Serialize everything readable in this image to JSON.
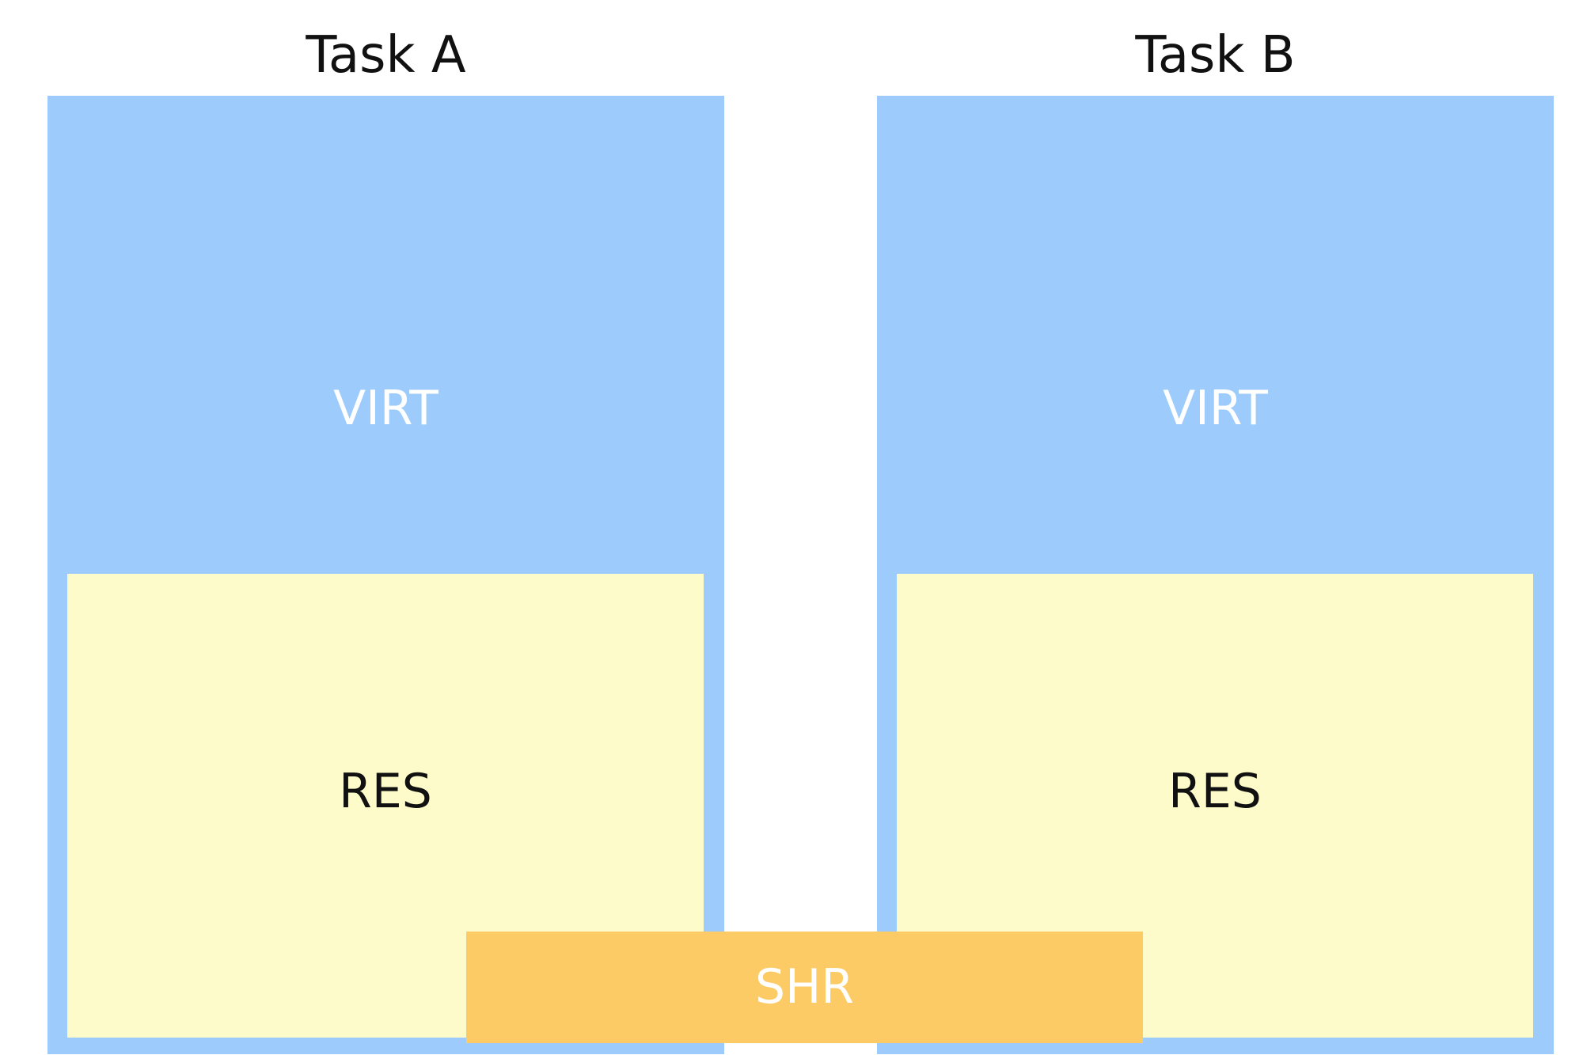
{
  "tasks": [
    {
      "title": "Task A",
      "virt_label": "VIRT",
      "res_label": "RES"
    },
    {
      "title": "Task B",
      "virt_label": "VIRT",
      "res_label": "RES"
    }
  ],
  "shared": {
    "label": "SHR"
  },
  "colors": {
    "virt": "#9ccbfc",
    "res": "#fdfbc9",
    "shr": "#fdcb66",
    "title_text": "#111111",
    "light_text": "#ffffff"
  }
}
